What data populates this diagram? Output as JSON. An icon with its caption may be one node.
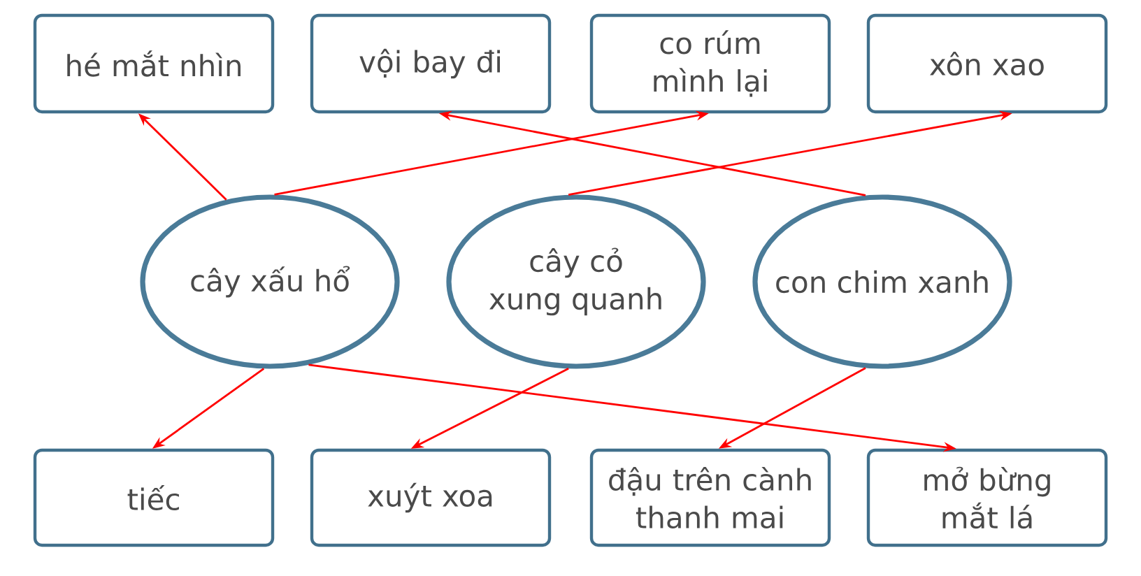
{
  "diagram": {
    "nodes": [
      {
        "text": [
          "hé mắt nhìn"
        ]
      },
      {
        "text": [
          "vội bay đi"
        ]
      },
      {
        "text": [
          "co rúm mình lại"
        ]
      },
      {
        "text": [
          "xôn xao"
        ]
      },
      {
        "text": [
          "cây xấu hổ"
        ]
      },
      {
        "text": [
          "cây cỏ xung quanh"
        ]
      },
      {
        "text": [
          "con chim xanh"
        ]
      },
      {
        "text": [
          "tiếc"
        ]
      },
      {
        "text": [
          "xuýt xoa"
        ]
      },
      {
        "text": [
          "đậu trên cành thanh mai"
        ]
      },
      {
        "text": [
          "mở bừng mắt lá"
        ]
      }
    ],
    "edges": [
      {
        "from": 4,
        "to": 0,
        "arrow": "to"
      },
      {
        "from": 4,
        "to": 2,
        "arrow": "to"
      },
      {
        "from": 6,
        "to": 1,
        "arrow": "to"
      },
      {
        "from": 5,
        "to": 3,
        "arrow": "to"
      },
      {
        "from": 4,
        "to": 7,
        "arrow": "to"
      },
      {
        "from": 4,
        "to": 10,
        "arrow": "to"
      },
      {
        "from": 5,
        "to": 8,
        "arrow": "to"
      },
      {
        "from": 6,
        "to": 9,
        "arrow": "to"
      }
    ]
  }
}
